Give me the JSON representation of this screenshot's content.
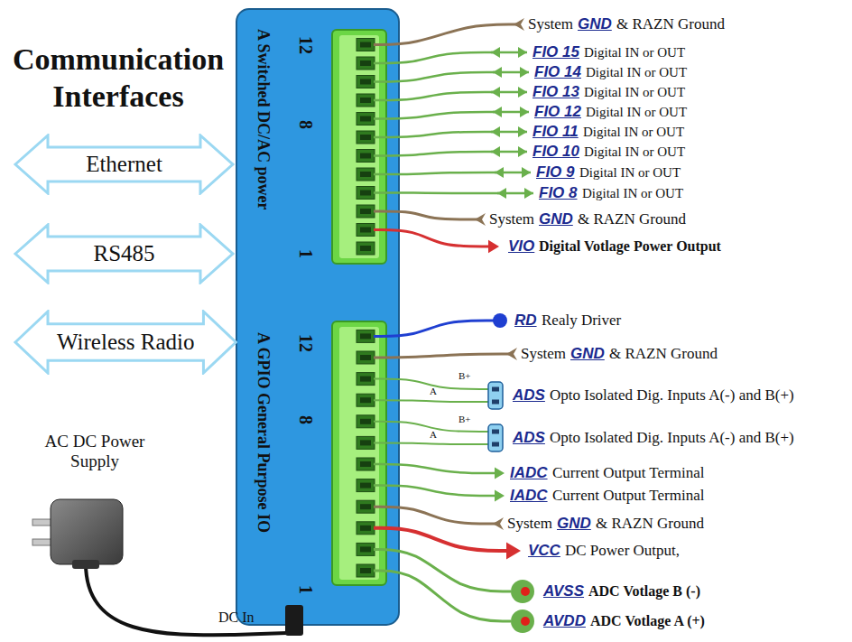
{
  "diagram": {
    "title": "Communication Interfaces",
    "nodes": [
      {
        "text": [
          "Ethernet"
        ]
      },
      {
        "text": [
          "RS485"
        ]
      },
      {
        "text": [
          "Wireless Radio"
        ]
      }
    ],
    "labels": [
      "A Switched DC/AC power",
      "12",
      "8",
      "1",
      "A GPIO General Purpose IO",
      "12",
      "8",
      "1",
      "System",
      "GND",
      "& RAZN Ground",
      "FIO 15",
      "Digital IN or OUT",
      "FIO 14",
      "Digital IN or OUT",
      "FIO 13",
      "Digital IN or OUT",
      "FIO 12",
      "Digital IN or OUT",
      "FIO 11",
      "Digital IN or OUT",
      "FIO 10",
      "Digital IN or OUT",
      "FIO 9",
      "Digital IN or OUT",
      "FIO 8",
      "Digital IN or OUT",
      "System",
      "GND",
      "& RAZN Ground",
      "VIO",
      "Digital Votlage Power Output",
      "RD",
      "Realy Driver",
      "System",
      "GND",
      "& RAZN Ground",
      "B+",
      "A",
      "ADS",
      "Opto Isolated Dig. Inputs A(-) and B(+)",
      "B+",
      "A",
      "ADS",
      "Opto Isolated Dig. Inputs A(-) and B(+)",
      "IADC",
      "Current Output Terminal",
      "IADC",
      "Current Output Terminal",
      "System",
      "GND",
      "& RAZN Ground",
      "VCC",
      "DC Power Output,",
      "AVSS",
      "ADC Votlage B (-)",
      "AVDD",
      "ADC Votlage A (+)",
      "AC DC Power Supply",
      "DC In"
    ]
  }
}
